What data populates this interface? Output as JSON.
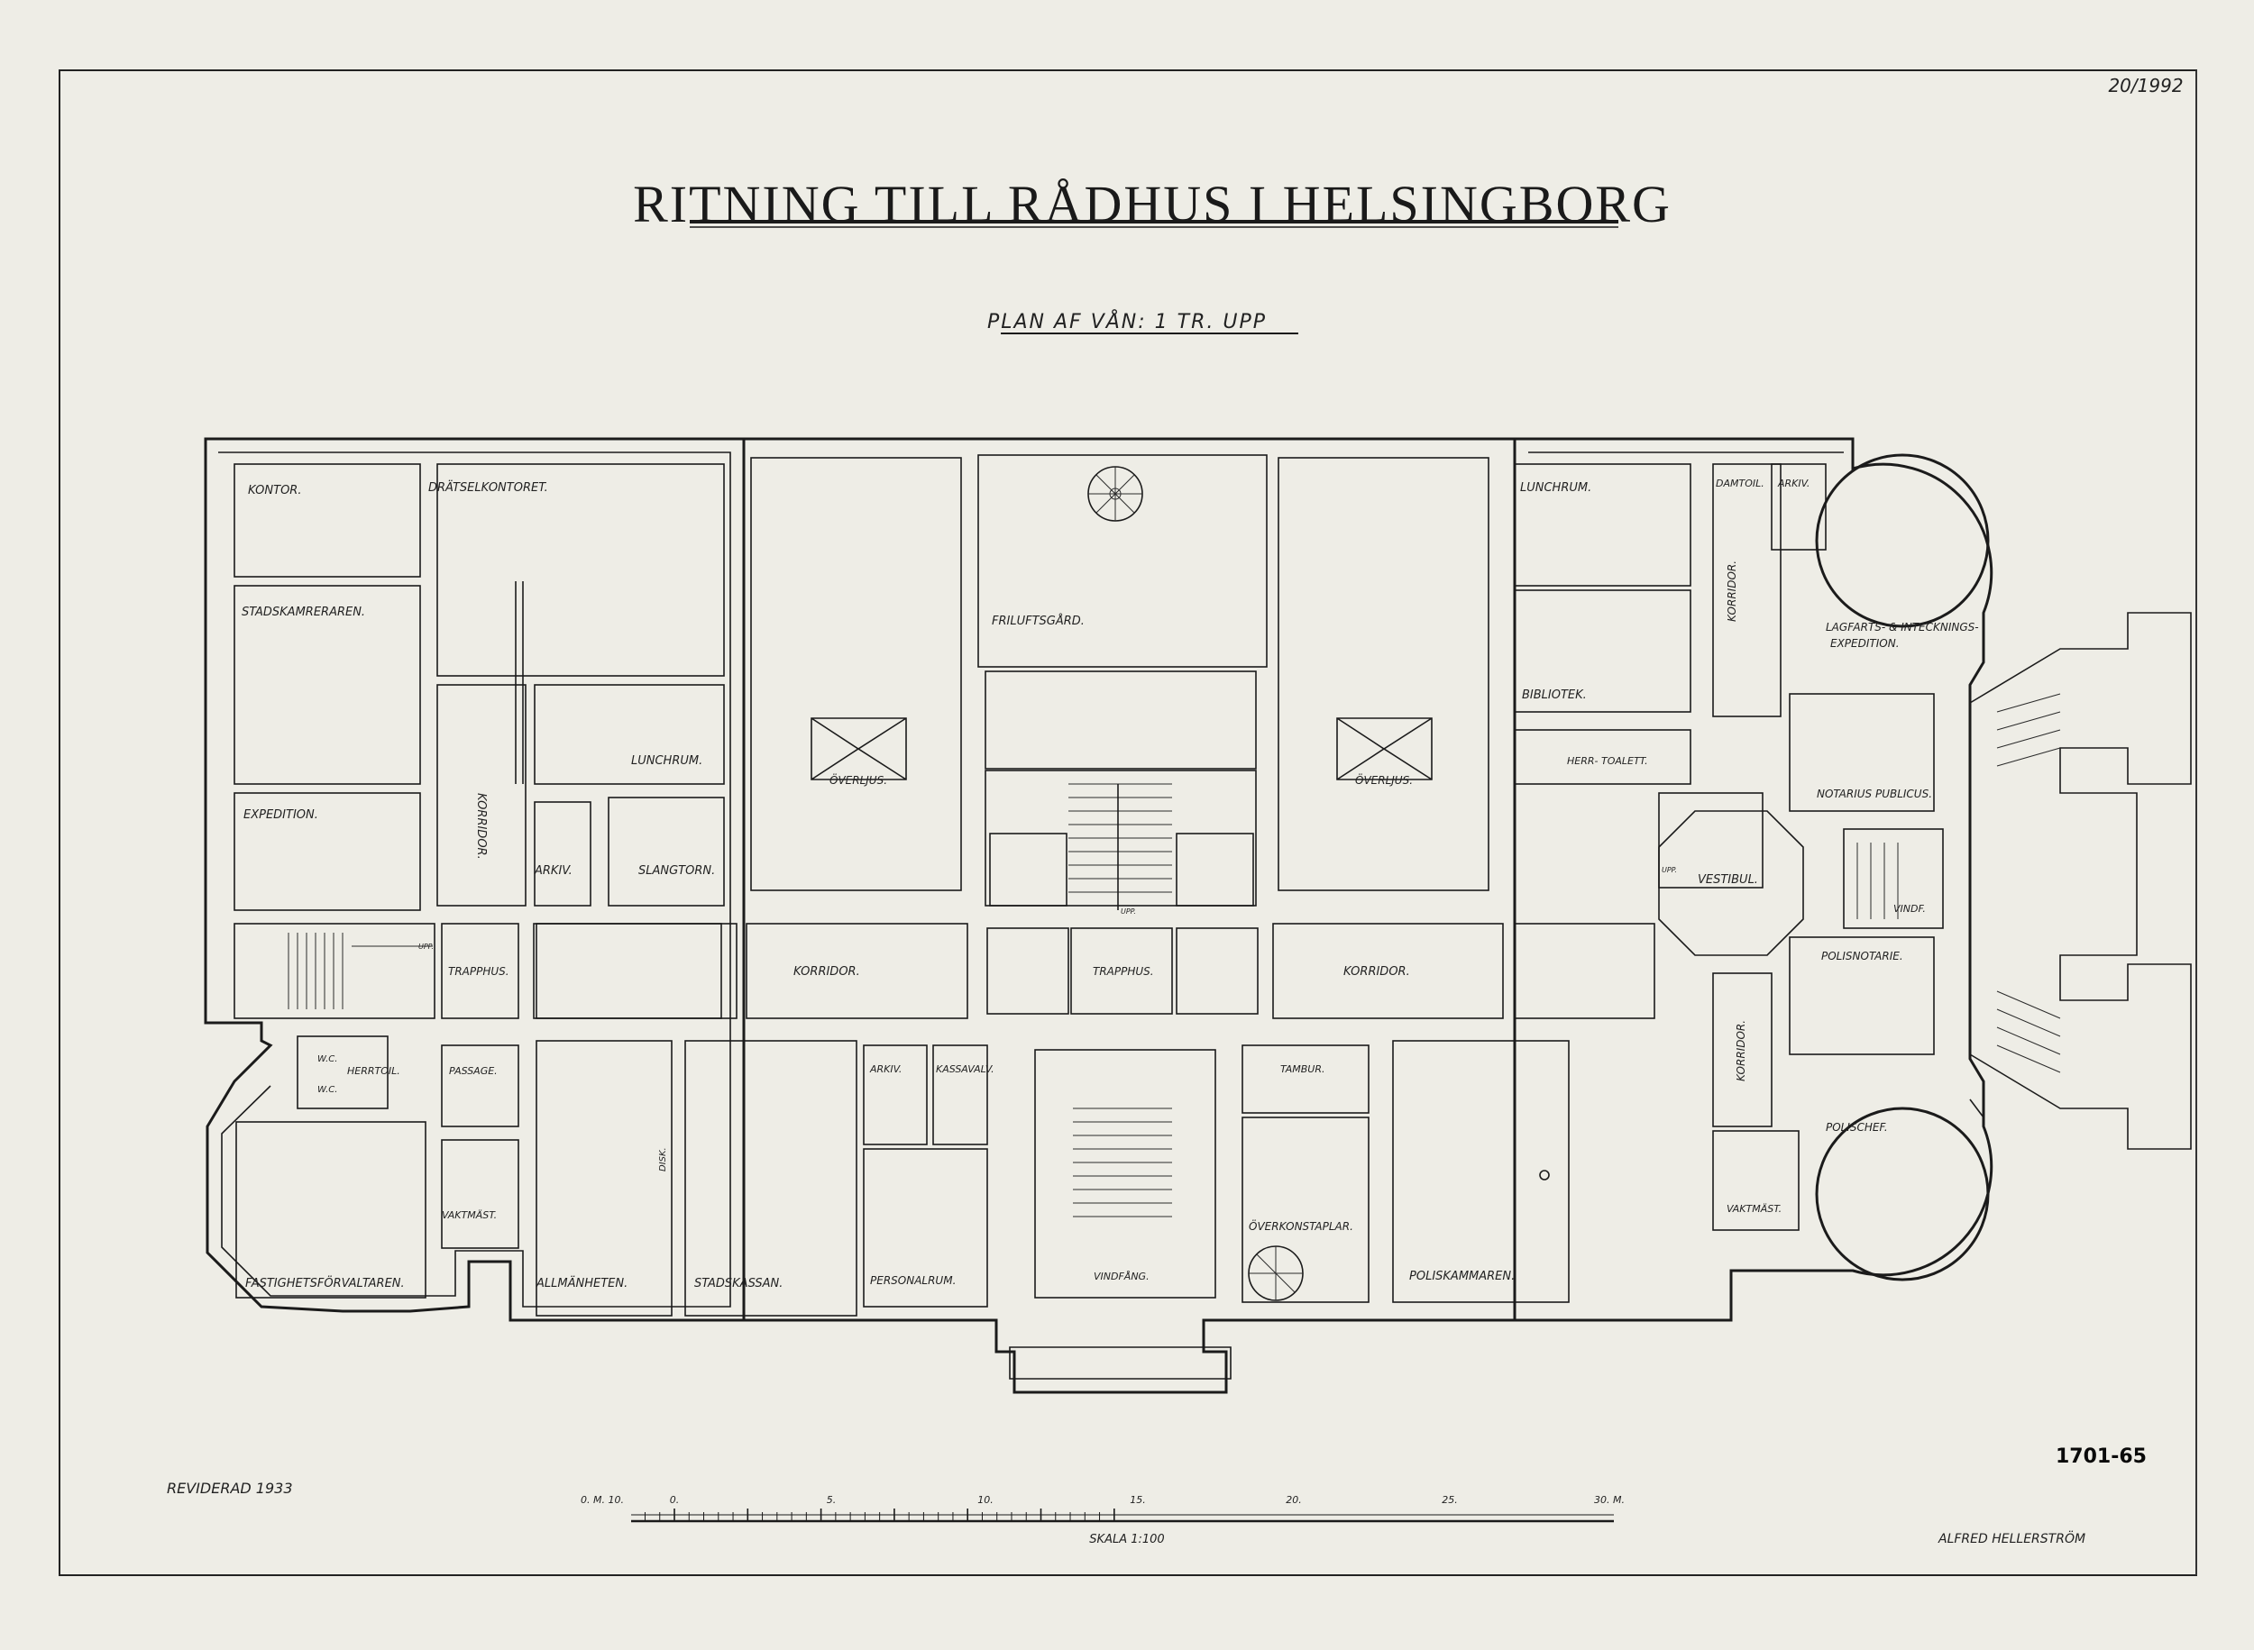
{
  "sheet": {
    "title": "RITNING TILL RÅDHUS I HELSINGBORG",
    "subtitle": "PLAN AF VÅN: 1 TR. UPP",
    "sheet_number": "20/1992",
    "revised": "REVIDERAD 1933",
    "stamp": "1701-65",
    "architect": "ALFRED HELLERSTRÖM",
    "scale_label": "SKALA 1:100",
    "scale_ticks": [
      "0. M. 10.",
      "0.",
      "5.",
      "10.",
      "15.",
      "20.",
      "25.",
      "30. M."
    ]
  },
  "rooms": {
    "kontor": "KONTOR.",
    "drätselkontoret": "DRÄTSELKONTORET.",
    "stadskamreraren": "STADSKAMRERAREN.",
    "expedition": "EXPEDITION.",
    "korridor_w": "KORRIDOR.",
    "lunchrum_w": "LUNCHRUM.",
    "arkiv_w": "ARKIV.",
    "slangtorn": "SLANGTORN.",
    "overljus_w": "ÖVERLJUS.",
    "friluftsgard": "FRILUFTSGÅRD.",
    "overljus_e": "ÖVERLJUS.",
    "lunchrum_e": "LUNCHRUM.",
    "bibliotek": "BIBLIOTEK.",
    "damtoil": "DAMTOIL.",
    "arkiv_ne": "ARKIV.",
    "lagfarts": "LAGFARTS- & INTECKNINGS-",
    "lagfarts2": "EXPEDITION.",
    "korridor_ne": "KORRIDOR.",
    "herr_toalett": "HERR- TOALETT.",
    "notarius": "NOTARIUS PUBLICUS.",
    "vestibul": "VESTIBUL.",
    "vindf_e": "VINDF.",
    "trapphus_w": "TRAPPHUS.",
    "korridor_mid_w": "KORRIDOR.",
    "trapphus_c": "TRAPPHUS.",
    "korridor_mid_e": "KORRIDOR.",
    "polisnotarie": "POLISNOTARIE.",
    "wc1": "W.C.",
    "wc2": "W.C.",
    "herrtoil": "HERRTOIL.",
    "passage": "PASSAGE.",
    "arkiv_s": "ARKIV.",
    "kassavalv": "KASSAVALV.",
    "tambur": "TAMBUR.",
    "korridor_se": "KORRIDOR.",
    "polischef": "POLISCHEF.",
    "vaktmast_w": "VAKTMÄST.",
    "vaktmast_e": "VAKTMÄST.",
    "fastighetsforvaltaren": "FASTIGHETSFÖRVALTAREN.",
    "allmanheten": "ALLMÄNHETEN.",
    "disk": "DISK.",
    "stadskassan": "STADSKASSAN.",
    "personalrum": "PERSONALRUM.",
    "vindfang": "VINDFÅNG.",
    "overkonstaplar": "ÖVERKONSTAPLAR.",
    "poliskammaren": "POLISKAMMAREN.",
    "upp1": "UPP.",
    "upp2": "UPP.",
    "upp3": "UPP."
  }
}
